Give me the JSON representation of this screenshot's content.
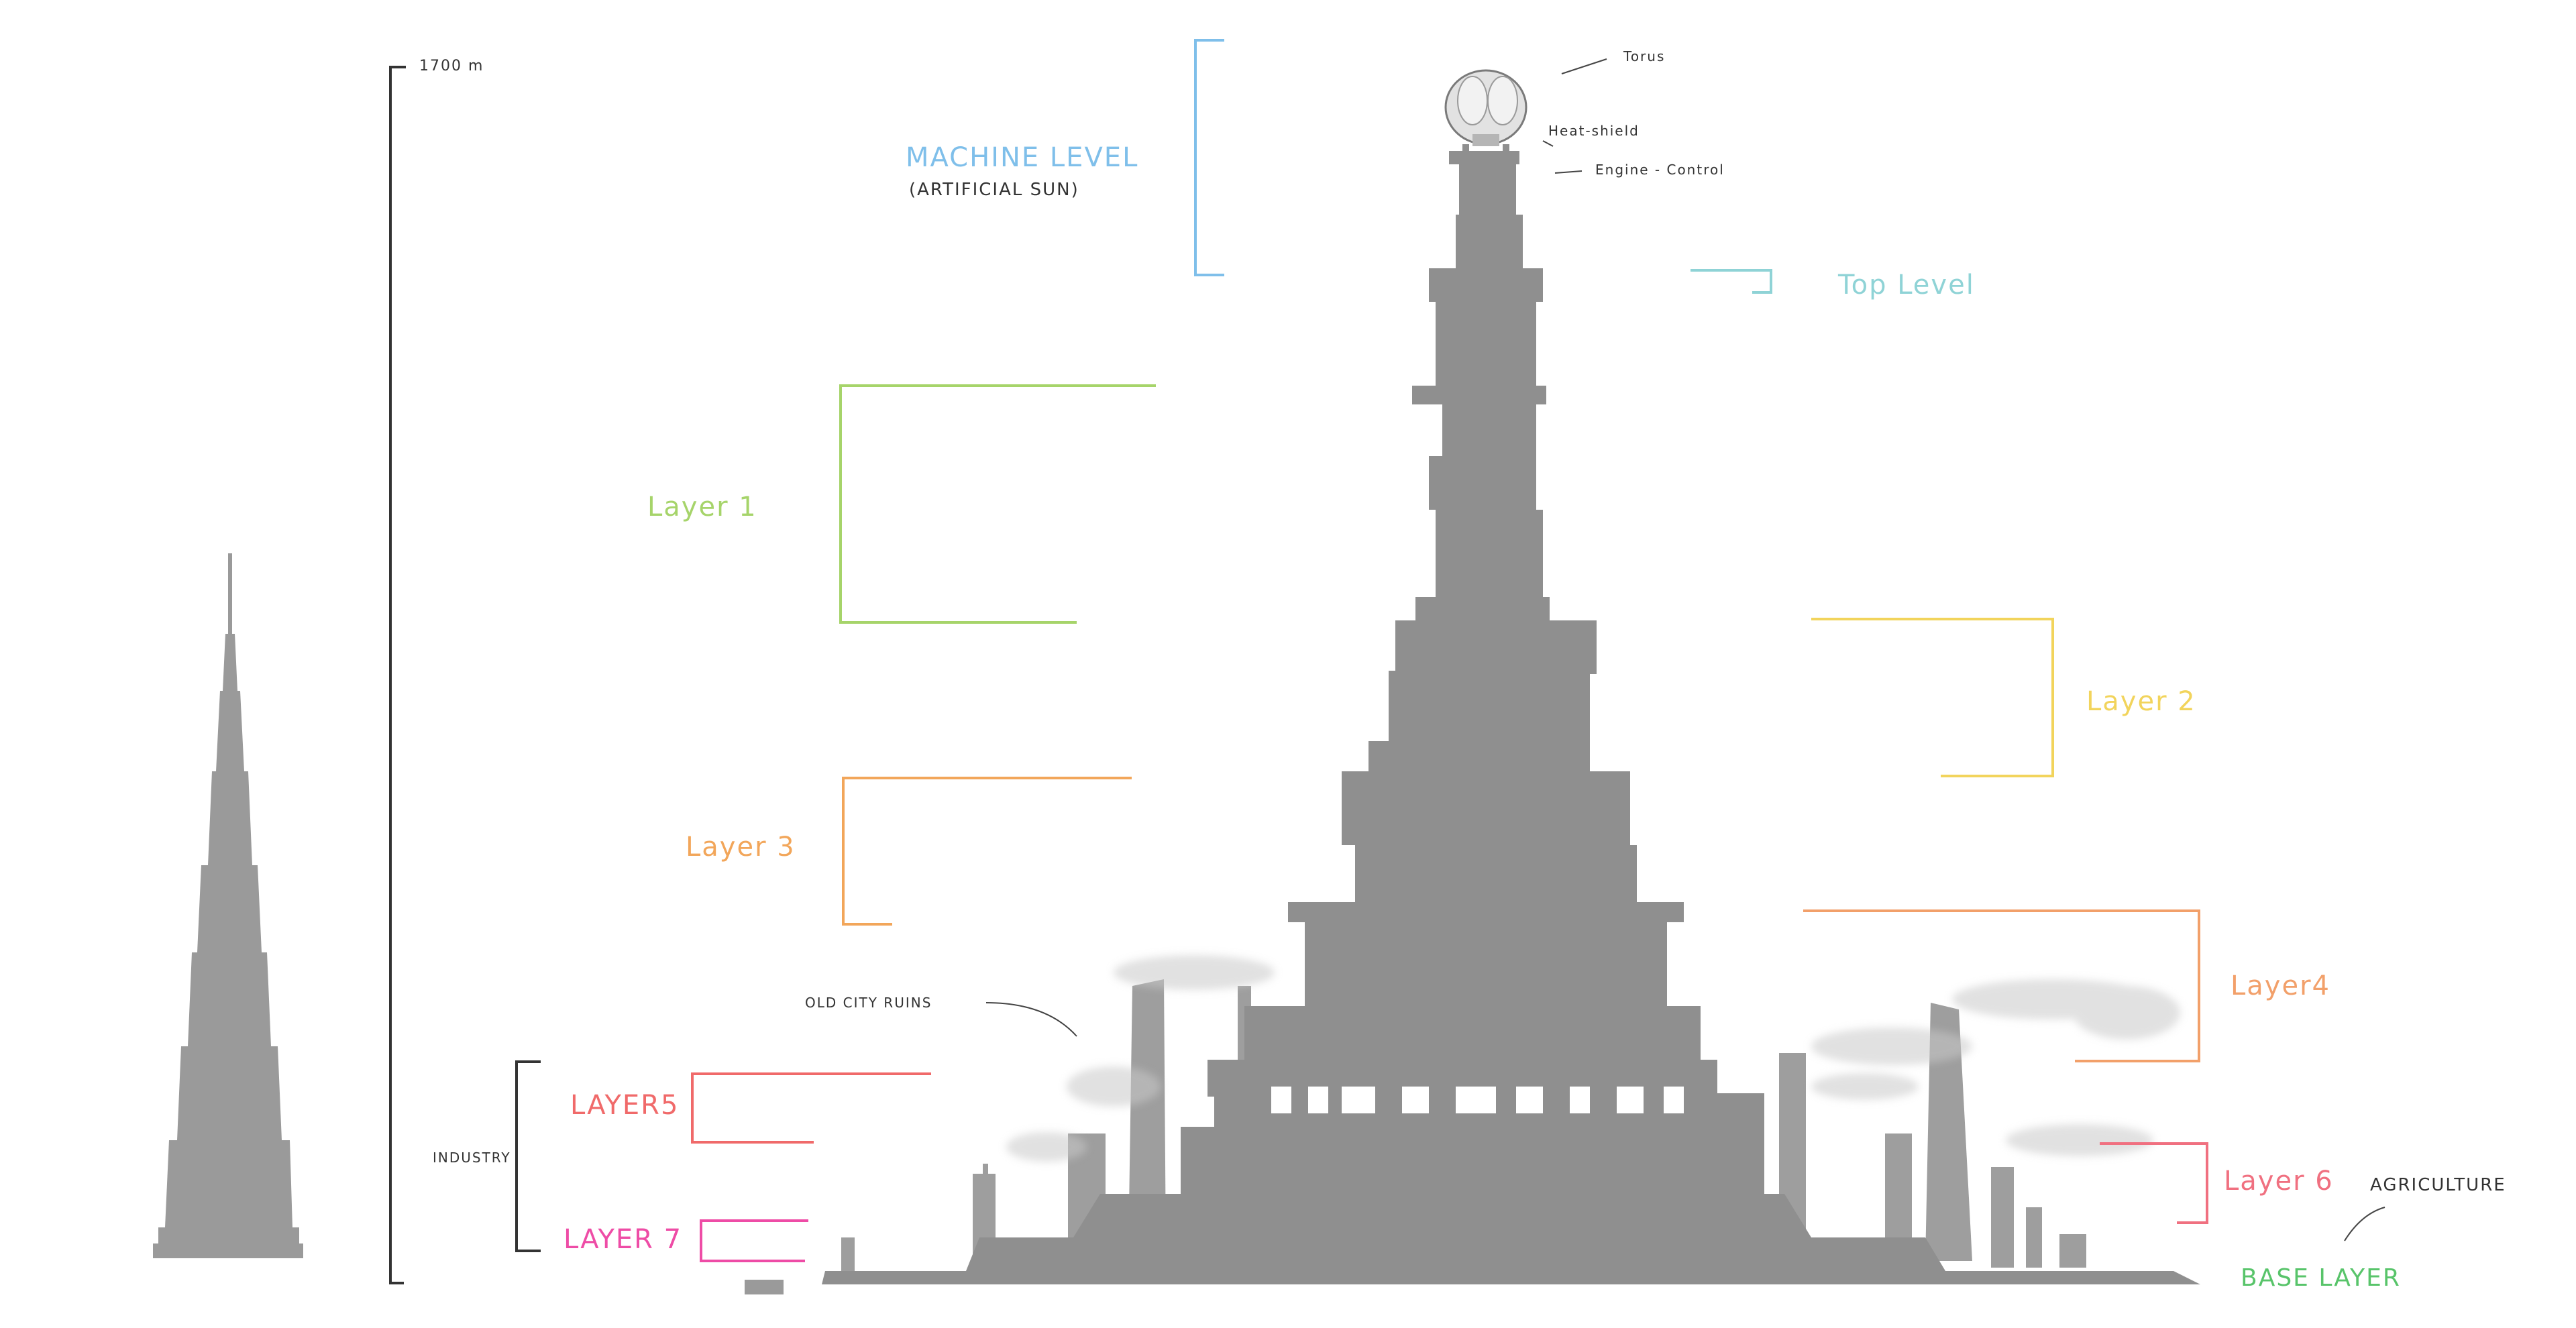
{
  "scale": {
    "height_label": "1700 m"
  },
  "machine": {
    "title": "MACHINE LEVEL",
    "subtitle": "(ARTIFICIAL SUN)",
    "parts": [
      "Torus",
      "Heat-shield",
      "Engine - Control"
    ]
  },
  "levels": [
    {
      "key": "top",
      "label": "Top Level",
      "color": "#8fd3d6"
    },
    {
      "key": "layer1",
      "label": "Layer 1",
      "color": "#a6d46a"
    },
    {
      "key": "layer2",
      "label": "Layer 2",
      "color": "#f2d45c"
    },
    {
      "key": "layer3",
      "label": "Layer 3",
      "color": "#f2a65a"
    },
    {
      "key": "layer4",
      "label": "Layer4",
      "color": "#f2a06a"
    },
    {
      "key": "layer5",
      "label": "LAYER5",
      "color": "#f06a6a"
    },
    {
      "key": "layer6",
      "label": "Layer 6",
      "color": "#f07080"
    },
    {
      "key": "layer7",
      "label": "LAYER 7",
      "color": "#ee4ca6"
    },
    {
      "key": "base",
      "label": "BASE LAYER",
      "color": "#58c46a"
    }
  ],
  "annotations": {
    "industry": "INDUSTRY",
    "agriculture": "AGRICULTURE",
    "ruins": "OLD CITY RUINS"
  },
  "colors": {
    "building": "#8f8f8f",
    "line": "#333333",
    "machine_level": "#7fbfea"
  }
}
